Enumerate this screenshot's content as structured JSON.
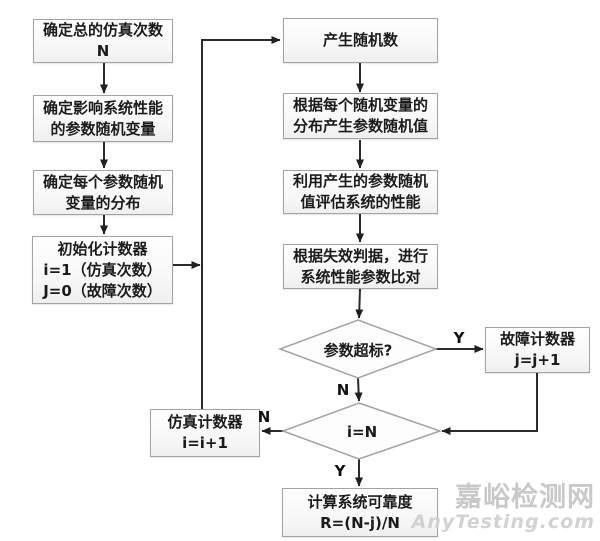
{
  "nodes": {
    "set_total_runs": [
      "确定总的仿真次数",
      "N"
    ],
    "identify_random_vars": [
      "确定影响系统性能",
      "的参数随机变量"
    ],
    "determine_distributions": [
      "确定每个参数随机",
      "变量的分布"
    ],
    "init_counters": [
      "初始化计数器",
      "i=1（仿真次数）",
      "J=0（故障次数）"
    ],
    "generate_random_numbers": [
      "产生随机数"
    ],
    "generate_param_values": [
      "根据每个随机变量的",
      "分布产生参数随机值"
    ],
    "evaluate_performance": [
      "利用产生的参数随机",
      "值评估系统的性能"
    ],
    "compare_params": [
      "根据失效判据，进行",
      "系统性能参数比对"
    ],
    "decision_exceed": "参数超标?",
    "fault_counter": [
      "故障计数器",
      "j=j+1"
    ],
    "decision_loop_done": "i=N",
    "sim_counter": [
      "仿真计数器",
      "i=i+1"
    ],
    "compute_reliability": [
      "计算系统可靠度",
      "R=(N-j)/N"
    ]
  },
  "branch_labels": {
    "exceed_yes": "Y",
    "exceed_no": "N",
    "loop_no": "N",
    "loop_yes": "Y"
  },
  "watermark": {
    "cn": "嘉峪检测网",
    "en": "AnyTesting.com"
  },
  "colors": {
    "box_border": "#a3a3a3",
    "box_fill": "#f6f6f6",
    "arrow": "#2b2b2b",
    "text": "#1b1b1b",
    "watermark": "#c9c9c9"
  }
}
